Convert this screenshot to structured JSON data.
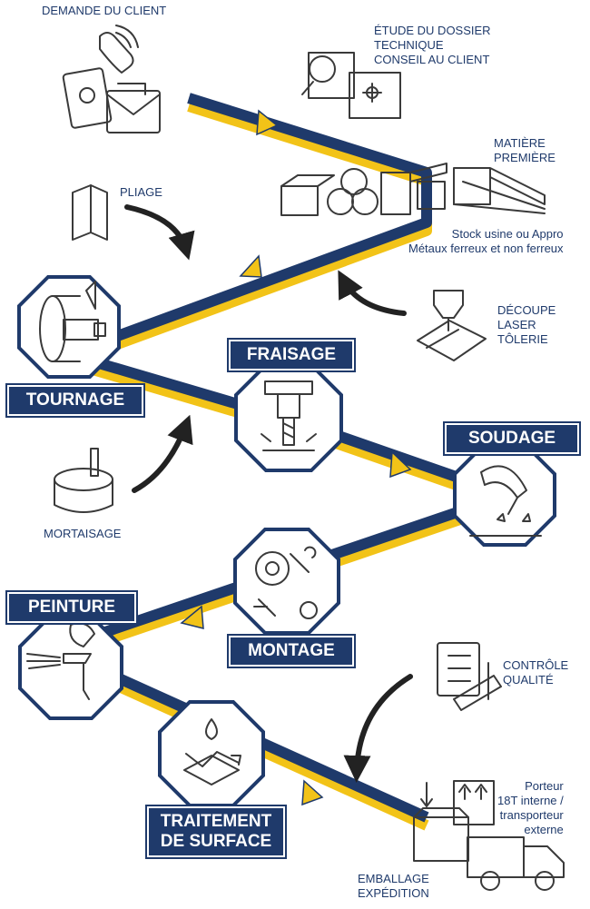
{
  "colors": {
    "navy": "#1f3a6b",
    "yellow": "#f2c318",
    "line": "#1f3a6b",
    "icon": "#3a3a3a"
  },
  "labels": {
    "demande": "DEMANDE DU CLIENT",
    "etude": [
      "ÉTUDE DU DOSSIER",
      "TECHNIQUE",
      "CONSEIL AU CLIENT"
    ],
    "matiere": [
      "MATIÈRE",
      "PREMIÈRE"
    ],
    "stock": [
      "Stock usine ou Appro",
      "Métaux ferreux et non ferreux"
    ],
    "pliage": "PLIAGE",
    "decoupe": [
      "DÉCOUPE",
      "LASER",
      "TÔLERIE"
    ],
    "mortaisage": "MORTAISAGE",
    "controle": [
      "CONTRÔLE",
      "QUALITÉ"
    ],
    "porteur": [
      "Porteur",
      "18T interne /",
      "transporteur",
      "externe"
    ],
    "emballage": [
      "EMBALLAGE",
      "EXPÉDITION"
    ]
  },
  "badges": {
    "tournage": "TOURNAGE",
    "fraisage": "FRAISAGE",
    "soudage": "SOUDAGE",
    "peinture": "PEINTURE",
    "montage": "MONTAGE",
    "traitement": [
      "TRAITEMENT",
      "DE SURFACE"
    ]
  },
  "icons": {
    "client": "phone-mail-icon",
    "etude": "blueprint-magnifier-icon",
    "matiere": "metal-stock-icon",
    "pliage": "folded-sheet-icon",
    "decoupe": "laser-cut-icon",
    "tournage": "lathe-icon",
    "fraisage": "milling-icon",
    "soudage": "welding-icon",
    "mortaisage": "mortising-icon",
    "montage": "tools-gears-icon",
    "peinture": "spray-gun-icon",
    "traitement": "surface-treatment-icon",
    "controle": "checklist-caliper-icon",
    "emballage": "box-truck-icon"
  }
}
